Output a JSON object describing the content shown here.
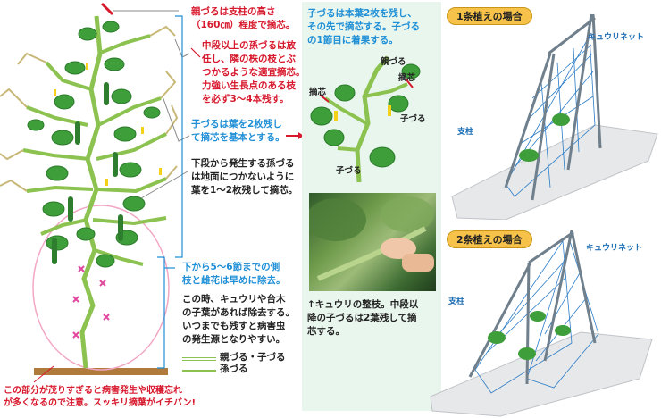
{
  "left_annotations": {
    "top_red": [
      "親づるは支柱の高さ",
      "（160㎝）程度で摘芯。"
    ],
    "middle_red": [
      "中段以上の孫づるは放",
      "任し、隣の株の枝とぶ",
      "つかるような適宜摘芯。",
      "力強い生長点のある枝",
      "を必ず3～4本残す。"
    ],
    "blue_1": [
      "子づるは葉を2枚残し",
      "て摘芯を基本とする。"
    ],
    "black_1": [
      "下段から発生する孫づる",
      "は地面につかないように",
      "葉を1～2枚残して摘芯。"
    ],
    "blue_2": [
      "下から5～6節までの側",
      "枝と雌花は早めに除去。"
    ],
    "black_2": [
      "この時、キュウリや台木",
      "の子葉があれば除去する。",
      "いつまでも残すと病害虫",
      "の発生源となりやすい。"
    ],
    "bottom_red": [
      "この部分が茂りすぎると病害発生や収穫忘れ",
      "が多くなるので注意。スッキリ摘葉がイチバン!"
    ]
  },
  "legend": {
    "main": "親づる・子づる",
    "grand": "孫づる"
  },
  "center_panel": {
    "heading": [
      "子づるは本葉2枚を残し、",
      "その先で摘芯する。子づる",
      "の1節目に着果する。"
    ],
    "labels": {
      "oyazuru": "親づる",
      "tekishin_left": "摘芯",
      "tekishin_right": "摘芯",
      "kozuru_right": "子づる",
      "kozuru_bottom": "子づる"
    },
    "caption": [
      "↑キュウリの整枝。中段以",
      "降の子づるは2葉残して摘",
      "芯する。"
    ]
  },
  "right_top": {
    "title": "1条植えの場合",
    "net_label": "キュウリネット",
    "post_label": "支柱"
  },
  "right_bottom": {
    "title": "2条植えの場合",
    "net_label": "キュウリネット",
    "post_label": "支柱"
  },
  "colors": {
    "red": "#d7192d",
    "blue": "#1f8fd6",
    "stem": "#8cc24f",
    "leaf": "#3e9e3a",
    "panel": "#e9f6ee",
    "pill": "#f6c24a"
  }
}
